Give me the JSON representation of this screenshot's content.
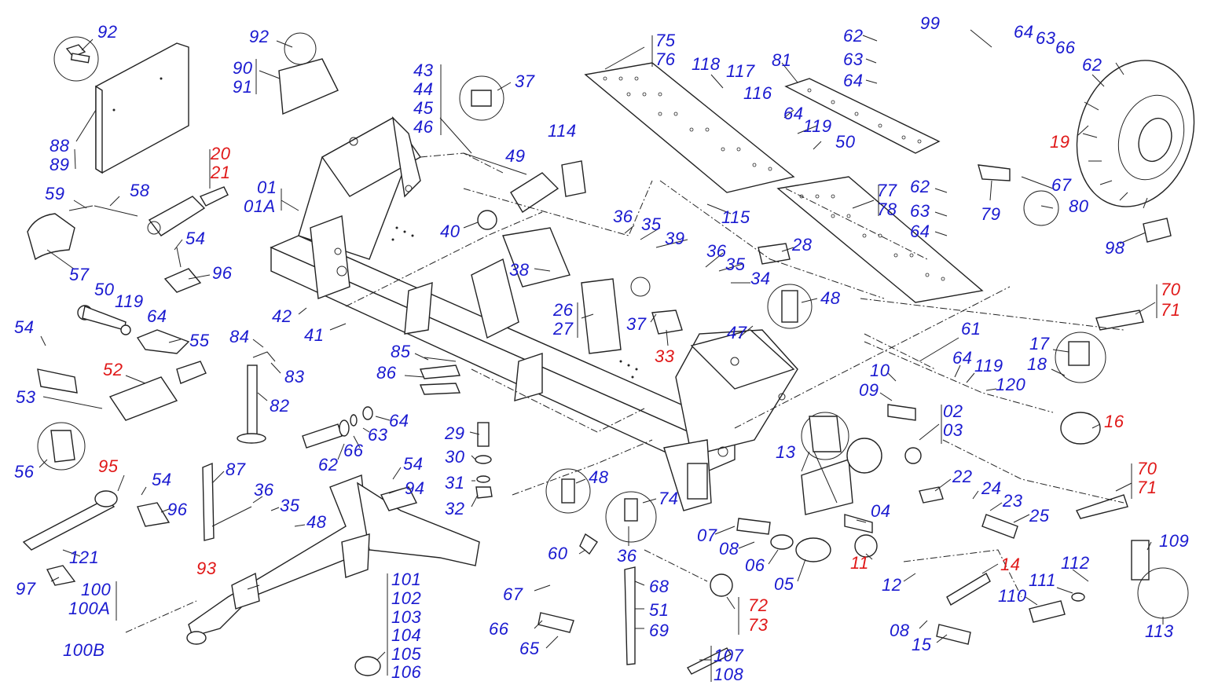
{
  "colors": {
    "standard_label": "#1a1ad0",
    "highlight_label": "#e01818",
    "line": "#222222"
  },
  "labels": [
    {
      "id": "l92a",
      "text": "92",
      "color": "blue"
    },
    {
      "id": "l88",
      "text": "88",
      "color": "blue"
    },
    {
      "id": "l89",
      "text": "89",
      "color": "blue"
    },
    {
      "id": "l92b",
      "text": "92",
      "color": "blue"
    },
    {
      "id": "l90",
      "text": "90",
      "color": "blue"
    },
    {
      "id": "l91",
      "text": "91",
      "color": "blue"
    },
    {
      "id": "l43",
      "text": "43",
      "color": "blue"
    },
    {
      "id": "l44",
      "text": "44",
      "color": "blue"
    },
    {
      "id": "l45",
      "text": "45",
      "color": "blue"
    },
    {
      "id": "l46",
      "text": "46",
      "color": "blue"
    },
    {
      "id": "l37a",
      "text": "37",
      "color": "blue"
    },
    {
      "id": "l75",
      "text": "75",
      "color": "blue"
    },
    {
      "id": "l76",
      "text": "76",
      "color": "blue"
    },
    {
      "id": "l118",
      "text": "118",
      "color": "blue"
    },
    {
      "id": "l117",
      "text": "117",
      "color": "blue"
    },
    {
      "id": "l116",
      "text": "116",
      "color": "blue"
    },
    {
      "id": "l81",
      "text": "81",
      "color": "blue"
    },
    {
      "id": "l62a",
      "text": "62",
      "color": "blue"
    },
    {
      "id": "l63a",
      "text": "63",
      "color": "blue"
    },
    {
      "id": "l64a",
      "text": "64",
      "color": "blue"
    },
    {
      "id": "l99",
      "text": "99",
      "color": "blue"
    },
    {
      "id": "l64b",
      "text": "64",
      "color": "blue"
    },
    {
      "id": "l63b",
      "text": "63",
      "color": "blue"
    },
    {
      "id": "l66a",
      "text": "66",
      "color": "blue"
    },
    {
      "id": "l62b",
      "text": "62",
      "color": "blue"
    },
    {
      "id": "l19",
      "text": "19",
      "color": "red"
    },
    {
      "id": "l20",
      "text": "20",
      "color": "red"
    },
    {
      "id": "l21",
      "text": "21",
      "color": "red"
    },
    {
      "id": "l01",
      "text": "01",
      "color": "blue"
    },
    {
      "id": "l01A",
      "text": "01A",
      "color": "blue"
    },
    {
      "id": "l49",
      "text": "49",
      "color": "blue"
    },
    {
      "id": "l114",
      "text": "114",
      "color": "blue"
    },
    {
      "id": "l64c",
      "text": "64",
      "color": "blue"
    },
    {
      "id": "l119a",
      "text": "119",
      "color": "blue"
    },
    {
      "id": "l50a",
      "text": "50",
      "color": "blue"
    },
    {
      "id": "l77",
      "text": "77",
      "color": "blue"
    },
    {
      "id": "l78",
      "text": "78",
      "color": "blue"
    },
    {
      "id": "l62c",
      "text": "62",
      "color": "blue"
    },
    {
      "id": "l63c",
      "text": "63",
      "color": "blue"
    },
    {
      "id": "l64d",
      "text": "64",
      "color": "blue"
    },
    {
      "id": "l67a",
      "text": "67",
      "color": "blue"
    },
    {
      "id": "l79",
      "text": "79",
      "color": "blue"
    },
    {
      "id": "l80",
      "text": "80",
      "color": "blue"
    },
    {
      "id": "l98",
      "text": "98",
      "color": "blue"
    },
    {
      "id": "l59",
      "text": "59",
      "color": "blue"
    },
    {
      "id": "l58",
      "text": "58",
      "color": "blue"
    },
    {
      "id": "l57",
      "text": "57",
      "color": "blue"
    },
    {
      "id": "l54a",
      "text": "54",
      "color": "blue"
    },
    {
      "id": "l96a",
      "text": "96",
      "color": "blue"
    },
    {
      "id": "l40",
      "text": "40",
      "color": "blue"
    },
    {
      "id": "l115",
      "text": "115",
      "color": "blue"
    },
    {
      "id": "l36a",
      "text": "36",
      "color": "blue"
    },
    {
      "id": "l35a",
      "text": "35",
      "color": "blue"
    },
    {
      "id": "l39",
      "text": "39",
      "color": "blue"
    },
    {
      "id": "l28",
      "text": "28",
      "color": "blue"
    },
    {
      "id": "l36b",
      "text": "36",
      "color": "blue"
    },
    {
      "id": "l35b",
      "text": "35",
      "color": "blue"
    },
    {
      "id": "l34",
      "text": "34",
      "color": "blue"
    },
    {
      "id": "l38",
      "text": "38",
      "color": "blue"
    },
    {
      "id": "l50b",
      "text": "50",
      "color": "blue"
    },
    {
      "id": "l119b",
      "text": "119",
      "color": "blue"
    },
    {
      "id": "l64e",
      "text": "64",
      "color": "blue"
    },
    {
      "id": "l42",
      "text": "42",
      "color": "blue"
    },
    {
      "id": "l41",
      "text": "41",
      "color": "blue"
    },
    {
      "id": "l26",
      "text": "26",
      "color": "blue"
    },
    {
      "id": "l27",
      "text": "27",
      "color": "blue"
    },
    {
      "id": "l37b",
      "text": "37",
      "color": "blue"
    },
    {
      "id": "l33",
      "text": "33",
      "color": "red"
    },
    {
      "id": "l48a",
      "text": "48",
      "color": "blue"
    },
    {
      "id": "l47",
      "text": "47",
      "color": "blue"
    },
    {
      "id": "l70a",
      "text": "70",
      "color": "red"
    },
    {
      "id": "l71a",
      "text": "71",
      "color": "red"
    },
    {
      "id": "l54b",
      "text": "54",
      "color": "blue"
    },
    {
      "id": "l55",
      "text": "55",
      "color": "blue"
    },
    {
      "id": "l52",
      "text": "52",
      "color": "red"
    },
    {
      "id": "l53",
      "text": "53",
      "color": "blue"
    },
    {
      "id": "l84",
      "text": "84",
      "color": "blue"
    },
    {
      "id": "l83",
      "text": "83",
      "color": "blue"
    },
    {
      "id": "l85",
      "text": "85",
      "color": "blue"
    },
    {
      "id": "l86",
      "text": "86",
      "color": "blue"
    },
    {
      "id": "l82",
      "text": "82",
      "color": "blue"
    },
    {
      "id": "l61",
      "text": "61",
      "color": "blue"
    },
    {
      "id": "l10",
      "text": "10",
      "color": "blue"
    },
    {
      "id": "l64f",
      "text": "64",
      "color": "blue"
    },
    {
      "id": "l119c",
      "text": "119",
      "color": "blue"
    },
    {
      "id": "l09",
      "text": "09",
      "color": "blue"
    },
    {
      "id": "l120",
      "text": "120",
      "color": "blue"
    },
    {
      "id": "l17",
      "text": "17",
      "color": "blue"
    },
    {
      "id": "l18",
      "text": "18",
      "color": "blue"
    },
    {
      "id": "l16",
      "text": "16",
      "color": "red"
    },
    {
      "id": "l56",
      "text": "56",
      "color": "blue"
    },
    {
      "id": "l62d",
      "text": "62",
      "color": "blue"
    },
    {
      "id": "l66b",
      "text": "66",
      "color": "blue"
    },
    {
      "id": "l63d",
      "text": "63",
      "color": "blue"
    },
    {
      "id": "l64g",
      "text": "64",
      "color": "blue"
    },
    {
      "id": "l29",
      "text": "29",
      "color": "blue"
    },
    {
      "id": "l30",
      "text": "30",
      "color": "blue"
    },
    {
      "id": "l31",
      "text": "31",
      "color": "blue"
    },
    {
      "id": "l32",
      "text": "32",
      "color": "blue"
    },
    {
      "id": "l02",
      "text": "02",
      "color": "blue"
    },
    {
      "id": "l03",
      "text": "03",
      "color": "blue"
    },
    {
      "id": "l13",
      "text": "13",
      "color": "blue"
    },
    {
      "id": "l95",
      "text": "95",
      "color": "red"
    },
    {
      "id": "l54c",
      "text": "54",
      "color": "blue"
    },
    {
      "id": "l96b",
      "text": "96",
      "color": "blue"
    },
    {
      "id": "l87",
      "text": "87",
      "color": "blue"
    },
    {
      "id": "l54d",
      "text": "54",
      "color": "blue"
    },
    {
      "id": "l94",
      "text": "94",
      "color": "blue"
    },
    {
      "id": "l36c",
      "text": "36",
      "color": "blue"
    },
    {
      "id": "l35c",
      "text": "35",
      "color": "blue"
    },
    {
      "id": "l48b",
      "text": "48",
      "color": "blue"
    },
    {
      "id": "l48c",
      "text": "48",
      "color": "blue"
    },
    {
      "id": "l74",
      "text": "74",
      "color": "blue"
    },
    {
      "id": "l22",
      "text": "22",
      "color": "blue"
    },
    {
      "id": "l24",
      "text": "24",
      "color": "blue"
    },
    {
      "id": "l23",
      "text": "23",
      "color": "blue"
    },
    {
      "id": "l25",
      "text": "25",
      "color": "blue"
    },
    {
      "id": "l70b",
      "text": "70",
      "color": "red"
    },
    {
      "id": "l71b",
      "text": "71",
      "color": "red"
    },
    {
      "id": "l04",
      "text": "04",
      "color": "blue"
    },
    {
      "id": "l121",
      "text": "121",
      "color": "blue"
    },
    {
      "id": "l97",
      "text": "97",
      "color": "blue"
    },
    {
      "id": "l60",
      "text": "60",
      "color": "blue"
    },
    {
      "id": "l36d",
      "text": "36",
      "color": "blue"
    },
    {
      "id": "l07",
      "text": "07",
      "color": "blue"
    },
    {
      "id": "l08a",
      "text": "08",
      "color": "blue"
    },
    {
      "id": "l06",
      "text": "06",
      "color": "blue"
    },
    {
      "id": "l05",
      "text": "05",
      "color": "blue"
    },
    {
      "id": "l11",
      "text": "11",
      "color": "red"
    },
    {
      "id": "l12",
      "text": "12",
      "color": "blue"
    },
    {
      "id": "l14",
      "text": "14",
      "color": "red"
    },
    {
      "id": "l109",
      "text": "109",
      "color": "blue"
    },
    {
      "id": "l112",
      "text": "112",
      "color": "blue"
    },
    {
      "id": "l111",
      "text": "111",
      "color": "blue"
    },
    {
      "id": "l110",
      "text": "110",
      "color": "blue"
    },
    {
      "id": "l100",
      "text": "100",
      "color": "blue"
    },
    {
      "id": "l100A",
      "text": "100A",
      "color": "blue"
    },
    {
      "id": "l100B",
      "text": "100B",
      "color": "blue"
    },
    {
      "id": "l93",
      "text": "93",
      "color": "red"
    },
    {
      "id": "l101",
      "text": "101",
      "color": "blue"
    },
    {
      "id": "l102",
      "text": "102",
      "color": "blue"
    },
    {
      "id": "l103",
      "text": "103",
      "color": "blue"
    },
    {
      "id": "l104",
      "text": "104",
      "color": "blue"
    },
    {
      "id": "l105",
      "text": "105",
      "color": "blue"
    },
    {
      "id": "l106",
      "text": "106",
      "color": "blue"
    },
    {
      "id": "l67b",
      "text": "67",
      "color": "blue"
    },
    {
      "id": "l68",
      "text": "68",
      "color": "blue"
    },
    {
      "id": "l51",
      "text": "51",
      "color": "blue"
    },
    {
      "id": "l66c",
      "text": "66",
      "color": "blue"
    },
    {
      "id": "l69",
      "text": "69",
      "color": "blue"
    },
    {
      "id": "l65",
      "text": "65",
      "color": "blue"
    },
    {
      "id": "l72",
      "text": "72",
      "color": "red"
    },
    {
      "id": "l73",
      "text": "73",
      "color": "red"
    },
    {
      "id": "l107",
      "text": "107",
      "color": "blue"
    },
    {
      "id": "l108",
      "text": "108",
      "color": "blue"
    },
    {
      "id": "l08b",
      "text": "08",
      "color": "blue"
    },
    {
      "id": "l15",
      "text": "15",
      "color": "blue"
    },
    {
      "id": "l113",
      "text": "113",
      "color": "blue"
    }
  ]
}
